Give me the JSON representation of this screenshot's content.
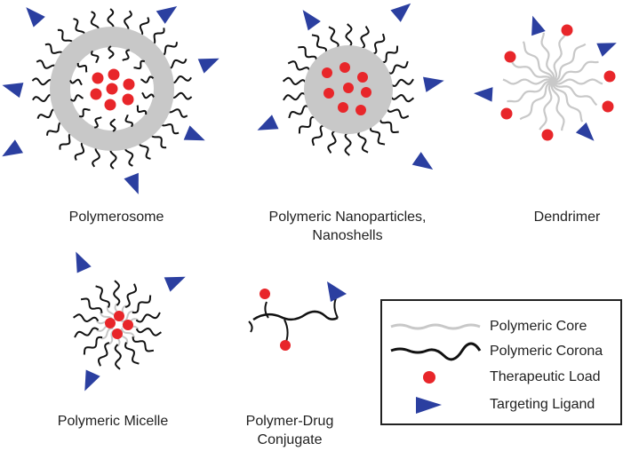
{
  "diagrams": {
    "polymerosome": {
      "label": "Polymerosome"
    },
    "nanoparticles": {
      "label_line1": "Polymeric Nanoparticles,",
      "label_line2": "Nanoshells"
    },
    "dendrimer": {
      "label": "Dendrimer"
    },
    "micelle": {
      "label": "Polymeric Micelle"
    },
    "conjugate": {
      "label_line1": "Polymer-Drug",
      "label_line2": "Conjugate"
    }
  },
  "legend": {
    "items": [
      {
        "label": "Polymeric Core",
        "symbol": "grey-wavy-line"
      },
      {
        "label": "Polymeric Corona",
        "symbol": "black-wavy-line"
      },
      {
        "label": "Therapeutic Load",
        "symbol": "red-dot"
      },
      {
        "label": "Targeting Ligand",
        "symbol": "blue-triangle"
      }
    ]
  },
  "colors": {
    "core": "#c8c8c8",
    "corona": "#111111",
    "load": "#e8262a",
    "ligand": "#2b3fa0",
    "text": "#222222"
  }
}
